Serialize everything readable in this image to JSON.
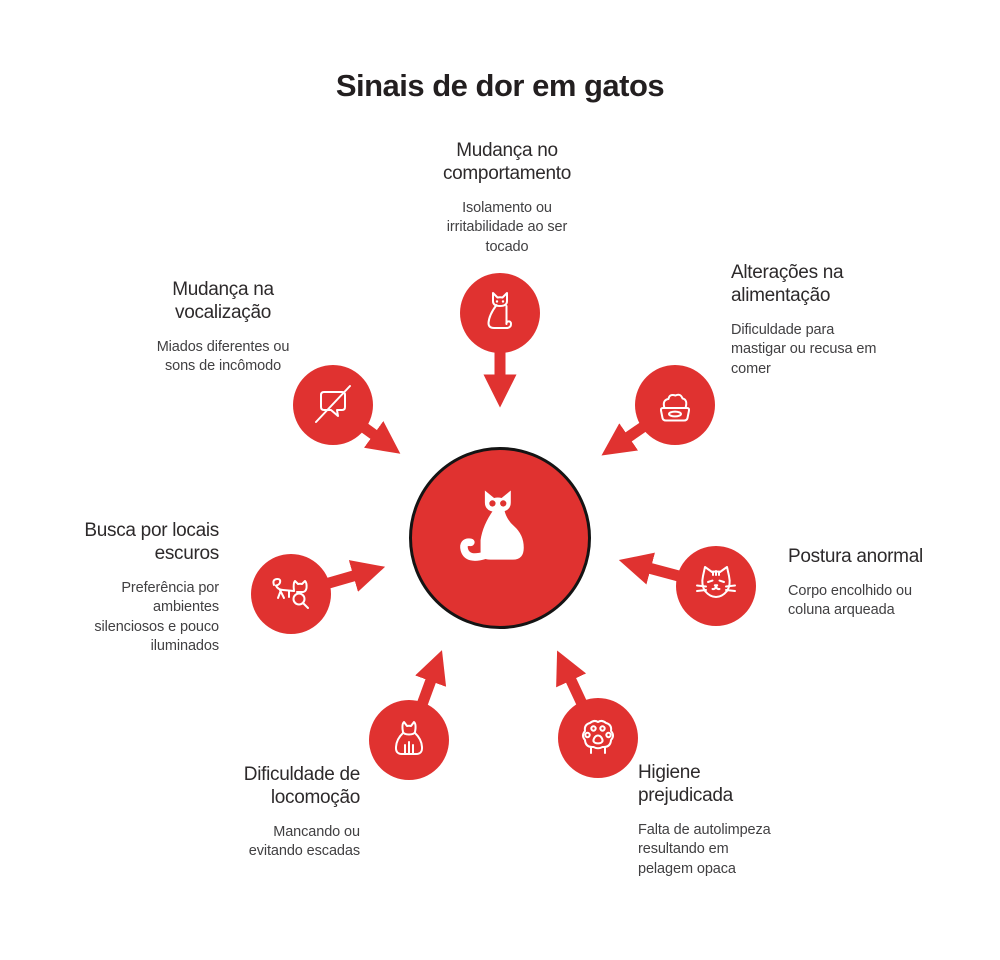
{
  "page": {
    "title": "Sinais de dor em gatos",
    "background": "#ffffff",
    "accent_red": "#e03230",
    "center_border": "#141414",
    "title_color": "#231f20",
    "text_color": "#414042",
    "center_icon": "cat-sitting-silhouette-icon"
  },
  "signs": [
    {
      "id": "comportamento",
      "title": "Mudança no\ncomportamento",
      "description": "Isolamento ou\nirritabilidade ao ser\ntocado",
      "icon": "cat-sitting-outline-icon"
    },
    {
      "id": "alimentacao",
      "title": "Alterações na\nalimentação",
      "description": "Dificuldade para\nmastigar ou recusa em\ncomer",
      "icon": "food-bowl-icon"
    },
    {
      "id": "postura",
      "title": "Postura anormal",
      "description": "Corpo encolhido ou\ncoluna arqueada",
      "icon": "cat-face-icon"
    },
    {
      "id": "higiene",
      "title": "Higiene\nprejudicada",
      "description": "Falta de autolimpeza\nresultando em\npelagem opaca",
      "icon": "paw-print-icon"
    },
    {
      "id": "locomocao",
      "title": "Dificuldade de\nlocomoção",
      "description": "Mancando ou\nevitando escadas",
      "icon": "cat-back-outline-icon"
    },
    {
      "id": "locais_escuros",
      "title": "Busca por locais\nescuros",
      "description": "Preferência por\nambientes\nsilenciosos e pouco\niluminados",
      "icon": "cat-magnifier-icon"
    },
    {
      "id": "vocalizacao",
      "title": "Mudança na\nvocalização",
      "description": "Miados diferentes ou\nsons de incômodo",
      "icon": "muted-speech-bubble-icon"
    }
  ]
}
